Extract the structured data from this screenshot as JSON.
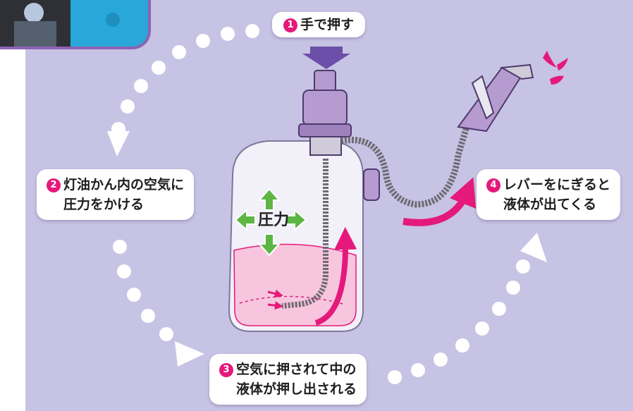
{
  "steps": [
    {
      "number": "1",
      "text": [
        "手で押す"
      ]
    },
    {
      "number": "2",
      "text": [
        "灯油かん内の空気に",
        "圧力をかける"
      ]
    },
    {
      "number": "3",
      "text": [
        "空気に押されて中の",
        "液体が押し出される"
      ]
    },
    {
      "number": "4",
      "text": [
        "レバーをにぎると",
        "液体が出てくる"
      ]
    }
  ],
  "pressure_label": "圧力",
  "colors": {
    "background": "#c7c3e4",
    "step_badge": "#e5197b",
    "flow_arrow": "#e5197b",
    "push_arrow": "#6b4fa8",
    "pressure_arrow": "#5db644",
    "pump_body": "#b69bd0",
    "liquid": "#f7c6de"
  }
}
